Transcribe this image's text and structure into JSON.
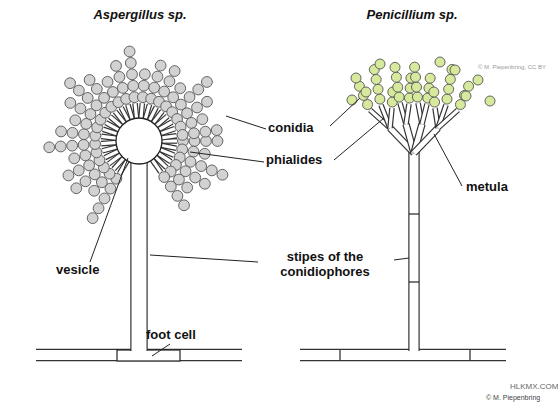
{
  "diagram": {
    "labels": [
      "Aspergillus sp.",
      "Penicillium sp.",
      "© M. Piepenbring, CC BY",
      "conidia",
      "phialides",
      "metula",
      "vesicle",
      "stipes of the conidiophores",
      "foot cell",
      "HLKMX.COM",
      "© M. Piepenbring"
    ]
  }
}
